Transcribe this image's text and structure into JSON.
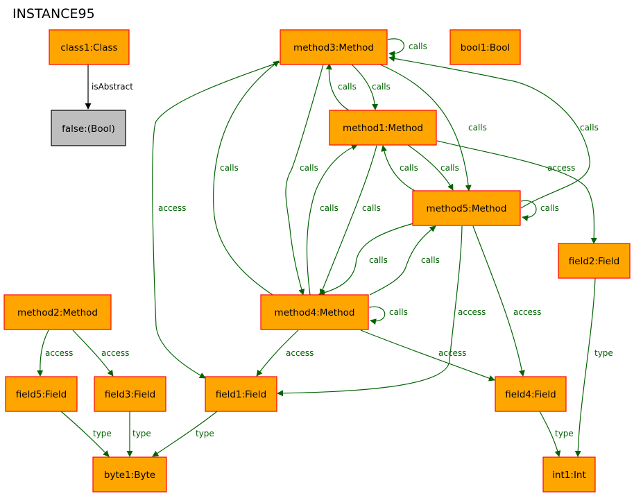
{
  "diagram": {
    "title": "INSTANCE95",
    "nodes": {
      "class1": "class1:Class",
      "false": "false:(Bool)",
      "method3": "method3:Method",
      "bool1": "bool1:Bool",
      "method1": "method1:Method",
      "method5": "method5:Method",
      "field2": "field2:Field",
      "method2": "method2:Method",
      "method4": "method4:Method",
      "field5": "field5:Field",
      "field3": "field3:Field",
      "field1": "field1:Field",
      "field4": "field4:Field",
      "byte1": "byte1:Byte",
      "int1": "int1:Int"
    },
    "edges": [
      {
        "id": "e_class1_false",
        "label": "isAbstract",
        "color": "#000000"
      },
      {
        "id": "e_m3_m3",
        "label": "calls"
      },
      {
        "id": "e_m1_m3",
        "label": "calls"
      },
      {
        "id": "e_m3_m1",
        "label": "calls"
      },
      {
        "id": "e_m3_m5",
        "label": "calls"
      },
      {
        "id": "e_m5_m3",
        "label": "calls"
      },
      {
        "id": "e_m3_f1",
        "label": "access"
      },
      {
        "id": "e_m4_m3",
        "label": "calls"
      },
      {
        "id": "e_m3_m4",
        "label": "calls"
      },
      {
        "id": "e_m5_m1",
        "label": "calls"
      },
      {
        "id": "e_m1_m5",
        "label": "calls"
      },
      {
        "id": "e_m1_f2",
        "label": "access"
      },
      {
        "id": "e_m4_m1",
        "label": "calls"
      },
      {
        "id": "e_m1_m4",
        "label": "calls"
      },
      {
        "id": "e_m5_m5",
        "label": "calls"
      },
      {
        "id": "e_m5_m4",
        "label": "calls"
      },
      {
        "id": "e_m4_m5",
        "label": "calls"
      },
      {
        "id": "e_m5_f1",
        "label": "access"
      },
      {
        "id": "e_m5_f4",
        "label": "access"
      },
      {
        "id": "e_m4_m4",
        "label": "calls"
      },
      {
        "id": "e_m4_f1",
        "label": "access"
      },
      {
        "id": "e_m4_f4",
        "label": "access"
      },
      {
        "id": "e_m2_f5",
        "label": "access"
      },
      {
        "id": "e_m2_f3",
        "label": "access"
      },
      {
        "id": "e_f5_b1",
        "label": "type"
      },
      {
        "id": "e_f3_b1",
        "label": "type"
      },
      {
        "id": "e_f1_b1",
        "label": "type"
      },
      {
        "id": "e_f4_i1",
        "label": "type"
      },
      {
        "id": "e_f2_i1",
        "label": "type"
      }
    ],
    "colors": {
      "node_fill": "#ffa500",
      "node_stroke": "#ff0000",
      "gray_fill": "#bebebe",
      "edge": "#006400"
    }
  }
}
